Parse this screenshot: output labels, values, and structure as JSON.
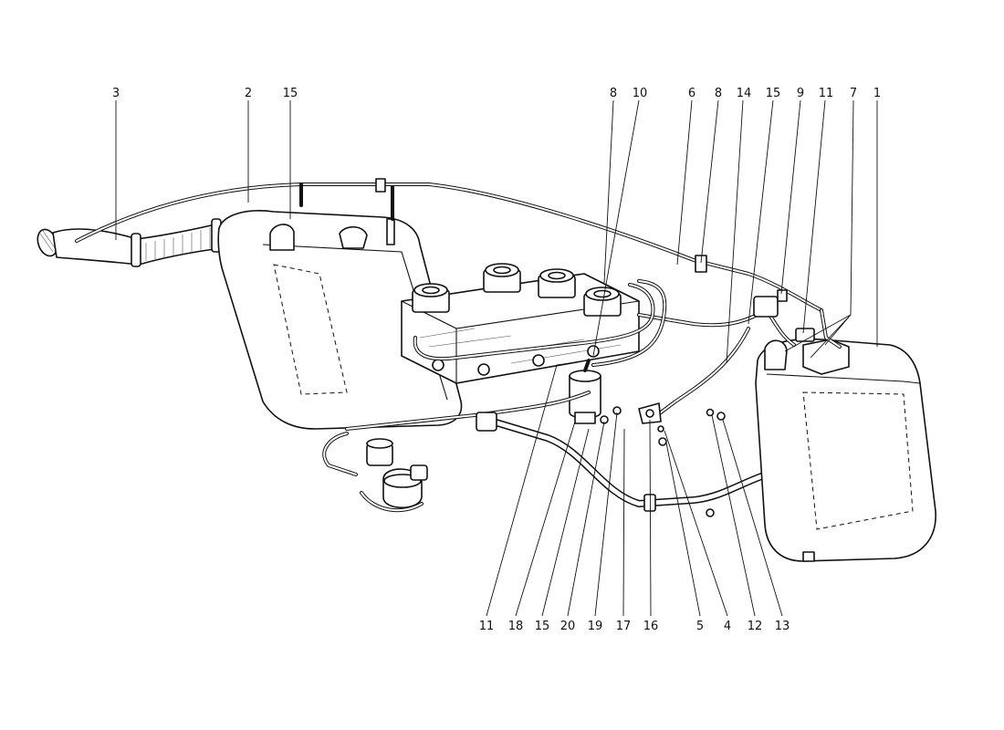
{
  "callouts": {
    "top": [
      {
        "id": "3",
        "label": "3"
      },
      {
        "id": "2",
        "label": "2"
      },
      {
        "id": "15a",
        "label": "15"
      },
      {
        "id": "8a",
        "label": "8"
      },
      {
        "id": "10",
        "label": "10"
      },
      {
        "id": "6",
        "label": "6"
      },
      {
        "id": "8b",
        "label": "8"
      },
      {
        "id": "14",
        "label": "14"
      },
      {
        "id": "15b",
        "label": "15"
      },
      {
        "id": "9",
        "label": "9"
      },
      {
        "id": "11a",
        "label": "11"
      },
      {
        "id": "7",
        "label": "7"
      },
      {
        "id": "1",
        "label": "1"
      }
    ],
    "bottom": [
      {
        "id": "11b",
        "label": "11"
      },
      {
        "id": "18",
        "label": "18"
      },
      {
        "id": "15c",
        "label": "15"
      },
      {
        "id": "20",
        "label": "20"
      },
      {
        "id": "19",
        "label": "19"
      },
      {
        "id": "17",
        "label": "17"
      },
      {
        "id": "16",
        "label": "16"
      },
      {
        "id": "5",
        "label": "5"
      },
      {
        "id": "4",
        "label": "4"
      },
      {
        "id": "12",
        "label": "12"
      },
      {
        "id": "13",
        "label": "13"
      }
    ]
  }
}
